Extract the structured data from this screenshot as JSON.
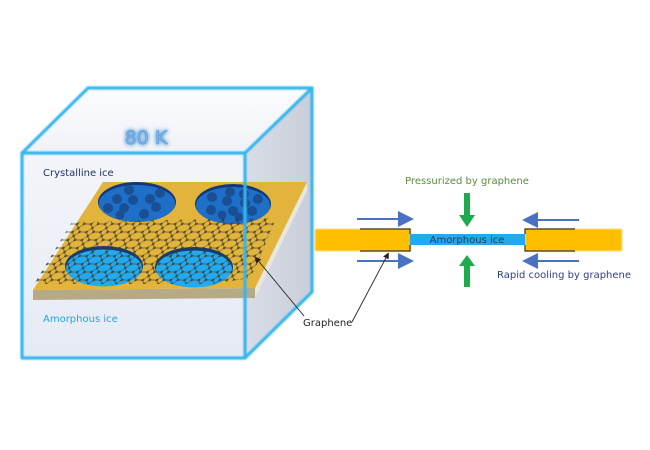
{
  "diagram": {
    "title": "Graphene-confined ice formation at 80 K",
    "chamber": {
      "temperature_label": "80 K",
      "crystalline_label": "Crystalline ice",
      "amorphous_label": "Amorphous ice"
    },
    "cross_section": {
      "channel_label": "Amorphous ice",
      "pressure_label": "Pressurized by graphene",
      "cooling_label": "Rapid cooling by graphene"
    },
    "graphene_label": "Graphene",
    "colors": {
      "chamber_edge": "#35b6ee",
      "chamber_fill": "#e9edf5",
      "plate_gold": "#e2b43c",
      "substrate": "#b9ad8a",
      "crystalline_ice": "#1e6fc8",
      "crystal_dots": "#1a4f93",
      "amorphous_ice": "#22aaf0",
      "bar_gold": "#ffbf00",
      "pressure_arrow": "#1eaa4e",
      "cooling_arrow": "#4a72c4",
      "temp_text": "#5a9ad8",
      "amorphous_text": "#22a5de",
      "pressure_text": "#5c8a3c",
      "cooling_text": "#2e3f86"
    }
  }
}
